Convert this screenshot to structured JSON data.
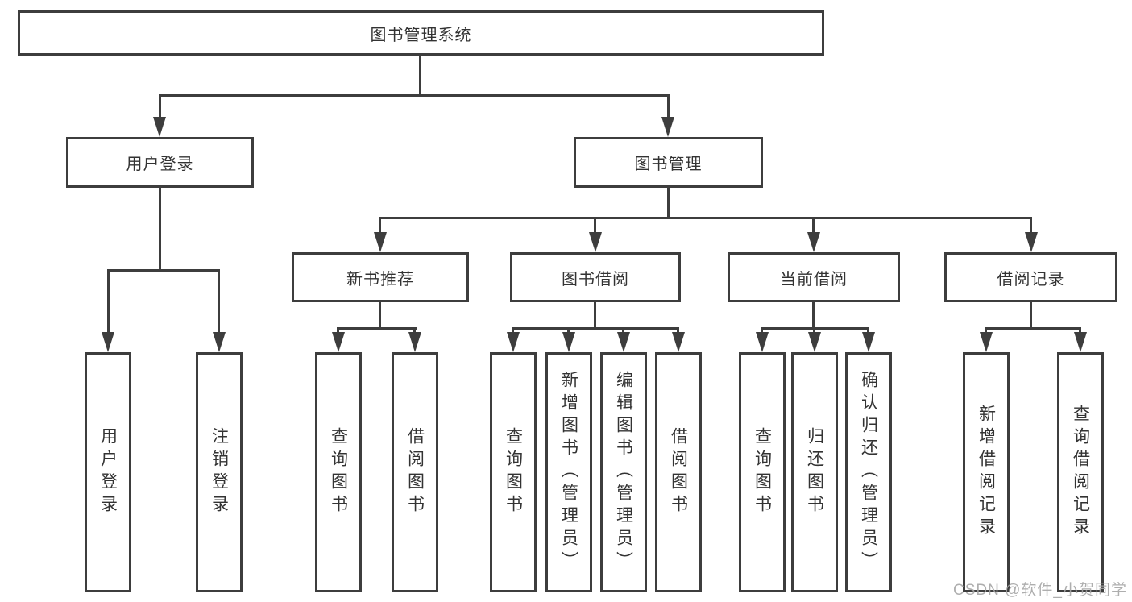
{
  "colors": {
    "line": "#3d3d3d",
    "text": "#333333",
    "watermark": "#a6a6a6",
    "background": "#ffffff"
  },
  "tree": {
    "root": {
      "label": "图书管理系统"
    },
    "branches": [
      {
        "label": "用户登录",
        "children": [
          {
            "label": "用户登录"
          },
          {
            "label": "注销登录"
          }
        ]
      },
      {
        "label": "图书管理",
        "children": [
          {
            "label": "新书推荐",
            "children": [
              {
                "label": "查询图书"
              },
              {
                "label": "借阅图书"
              }
            ]
          },
          {
            "label": "图书借阅",
            "children": [
              {
                "label": "查询图书"
              },
              {
                "label": "新增图书（管理员）"
              },
              {
                "label": "编辑图书（管理员）"
              },
              {
                "label": "借阅图书"
              }
            ]
          },
          {
            "label": "当前借阅",
            "children": [
              {
                "label": "查询图书"
              },
              {
                "label": "归还图书"
              },
              {
                "label": "确认归还（管理员）"
              }
            ]
          },
          {
            "label": "借阅记录",
            "children": [
              {
                "label": "新增借阅记录"
              },
              {
                "label": "查询借阅记录"
              }
            ]
          }
        ]
      }
    ]
  },
  "watermark": {
    "text": "CSDN @软件_小贺同学"
  }
}
